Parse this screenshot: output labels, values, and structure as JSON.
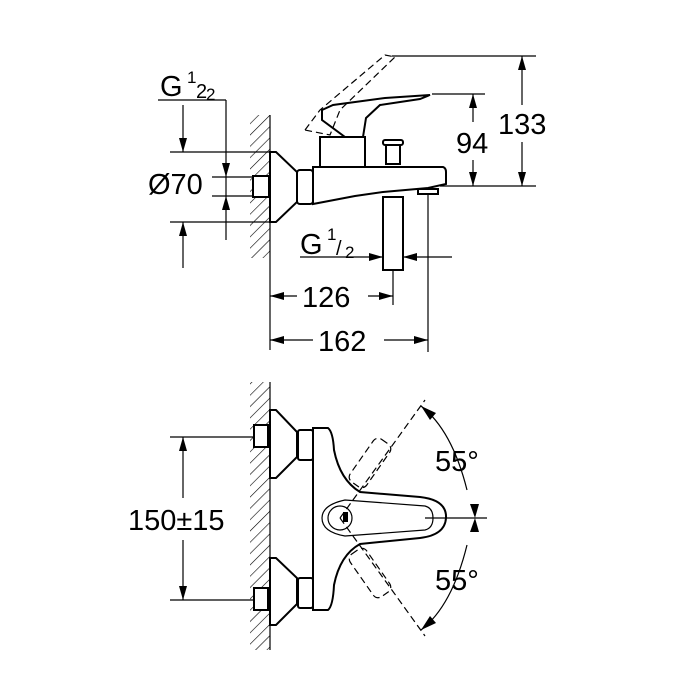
{
  "side_view": {
    "thread_top": {
      "letter": "G",
      "num": "1",
      "den": "2"
    },
    "diameter_label": "Ø70",
    "thread_bottom": {
      "letter": "G",
      "num": "1",
      "den": "2"
    },
    "height_lever": "94",
    "height_total": "133",
    "width_outlet": "126",
    "width_total": "162"
  },
  "front_view": {
    "spacing_label": "150±15",
    "angle_up": "55°",
    "angle_down": "55°"
  }
}
